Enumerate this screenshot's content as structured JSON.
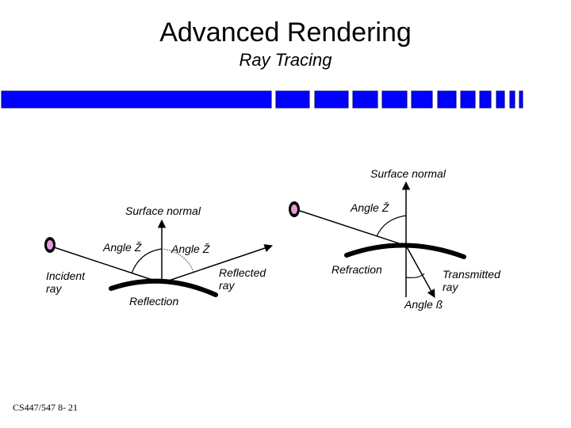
{
  "slide": {
    "title": "Advanced Rendering",
    "subtitle": "Ray Tracing",
    "footer": "CS447/547 8- 21"
  },
  "colors": {
    "bar_fill": "#0000ff",
    "bar_outline": "#000080",
    "light_source": "#e59ad8"
  },
  "reflection": {
    "surface_normal_label": "Surface normal",
    "incident_angle_label": "Angle Ž",
    "reflected_angle_label": "Angle Ž",
    "incident_ray_label": [
      "Incident",
      "ray"
    ],
    "reflected_ray_label": [
      "Reflected",
      "ray"
    ],
    "caption": "Reflection"
  },
  "refraction": {
    "surface_normal_label": "Surface normal",
    "incident_angle_label": "Angle Ž",
    "caption": "Refraction",
    "transmitted_ray_label": [
      "Transmitted",
      "ray"
    ],
    "transmitted_angle_label": "Angle ß"
  }
}
